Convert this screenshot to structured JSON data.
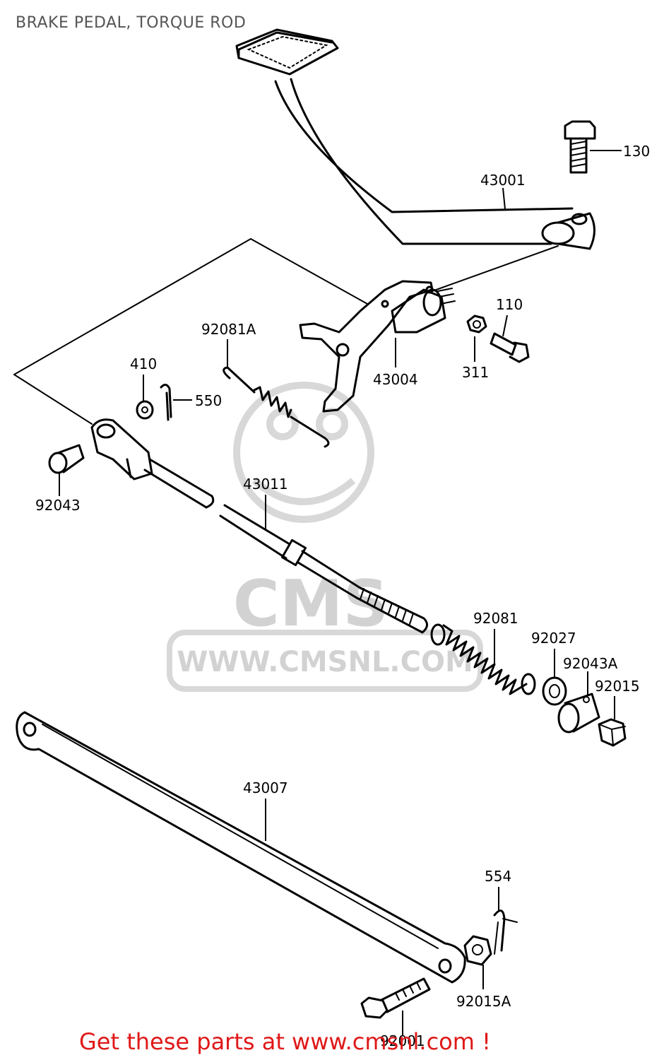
{
  "title": "BRAKE PEDAL, TORQUE ROD",
  "watermark": {
    "logo_text": "CMS",
    "url_text": "WWW.CMSNL.COM"
  },
  "footer": {
    "text": "Get these parts at www.cmsnl.com !",
    "color": "#e01818"
  },
  "part_labels": {
    "p130": "130",
    "p43001": "43001",
    "p110": "110",
    "p311": "311",
    "p43004": "43004",
    "p92081A": "92081A",
    "p410": "410",
    "p550": "550",
    "p92043": "92043",
    "p43011": "43011",
    "p92081": "92081",
    "p92027": "92027",
    "p92043A": "92043A",
    "p92015": "92015",
    "p43007": "43007",
    "p554": "554",
    "p92015A": "92015A",
    "p92001": "92001"
  }
}
